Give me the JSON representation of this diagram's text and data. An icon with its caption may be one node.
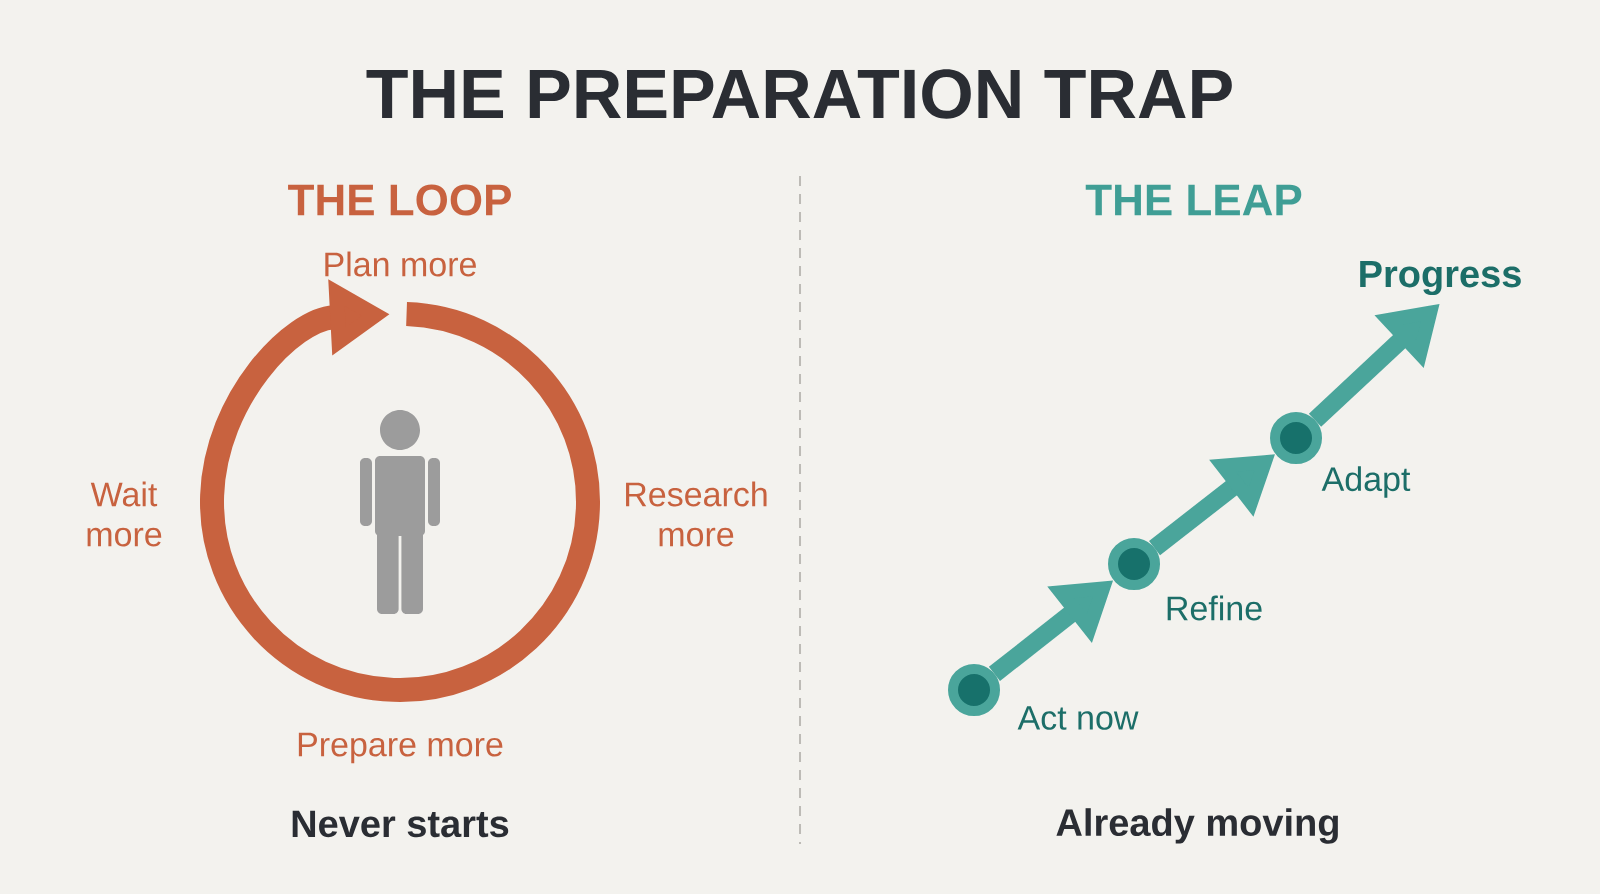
{
  "diagram": {
    "title": "THE PREPARATION TRAP",
    "nodes": [
      {
        "text": [],
        "shape": "circle",
        "beside": [
          "Act now"
        ]
      },
      {
        "text": [],
        "shape": "circle",
        "beside": [
          "Refine"
        ]
      },
      {
        "text": [],
        "shape": "circle",
        "beside": [
          "Adapt"
        ]
      },
      {
        "text": [
          "Progress"
        ]
      }
    ],
    "edges": [
      {
        "from": 0,
        "to": 1,
        "arrow": "to"
      },
      {
        "from": 1,
        "to": 2,
        "arrow": "to"
      },
      {
        "from": 2,
        "to": 3,
        "arrow": "to"
      }
    ],
    "labels": [
      "THE LOOP",
      "Plan more",
      "Wait more",
      "Research more",
      "Prepare more",
      "Never starts",
      "THE LEAP",
      "Already moving"
    ]
  }
}
